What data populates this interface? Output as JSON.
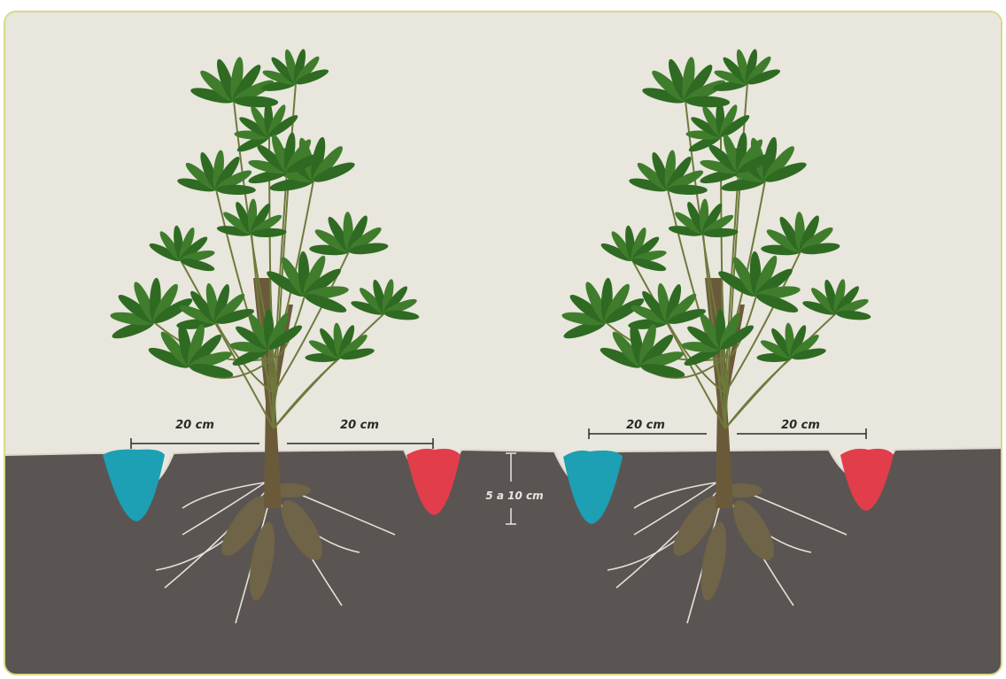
{
  "diagram": {
    "colors": {
      "background": "#e8e6dd",
      "soil": "#5a5552",
      "fertilizer_blue": "#1d9fb4",
      "fertilizer_red": "#e23d4a",
      "leaf": "#3f7d2c",
      "stem": "#6b5a3a",
      "root": "#e6e2da",
      "tuber": "#6f6447"
    },
    "plants": [
      {
        "left_spacing": "20 cm",
        "right_spacing": "20 cm",
        "depth": "5 a 10 cm",
        "left_fertilizer": "blue",
        "right_fertilizer": "red"
      },
      {
        "left_spacing": "20 cm",
        "right_spacing": "20 cm",
        "left_fertilizer": "blue",
        "right_fertilizer": "red"
      }
    ],
    "icons": [
      "cassava-plant-icon",
      "fertilizer-hole-icon",
      "dimension-arrow-icon"
    ]
  }
}
